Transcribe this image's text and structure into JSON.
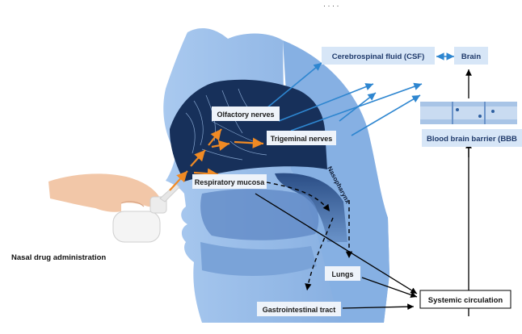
{
  "header_fragment": "·  ·  ·  ·",
  "labels": {
    "csf": "Cerebrospinal fluid (CSF)",
    "brain": "Brain",
    "bbb": "Blood brain barrier (BBB",
    "olfactory": "Olfactory nerves",
    "trigeminal": "Trigeminal nerves",
    "respiratory": "Respiratory mucosa",
    "nasopharynx": "Nasopharynx",
    "nasal_admin": "Nasal drug administration",
    "lungs": "Lungs",
    "gi_tract": "Gastrointestinal tract",
    "systemic": "Systemic circulation"
  },
  "colors": {
    "head_fill": "#8fb8e8",
    "head_dark": "#5f8fcc",
    "cavity": "#17305a",
    "label_box": "#d7e6f7",
    "label_text": "#1f3a6b",
    "arrow_blue": "#2e86d0",
    "arrow_orange": "#f08a24",
    "arrow_black": "#000000"
  }
}
